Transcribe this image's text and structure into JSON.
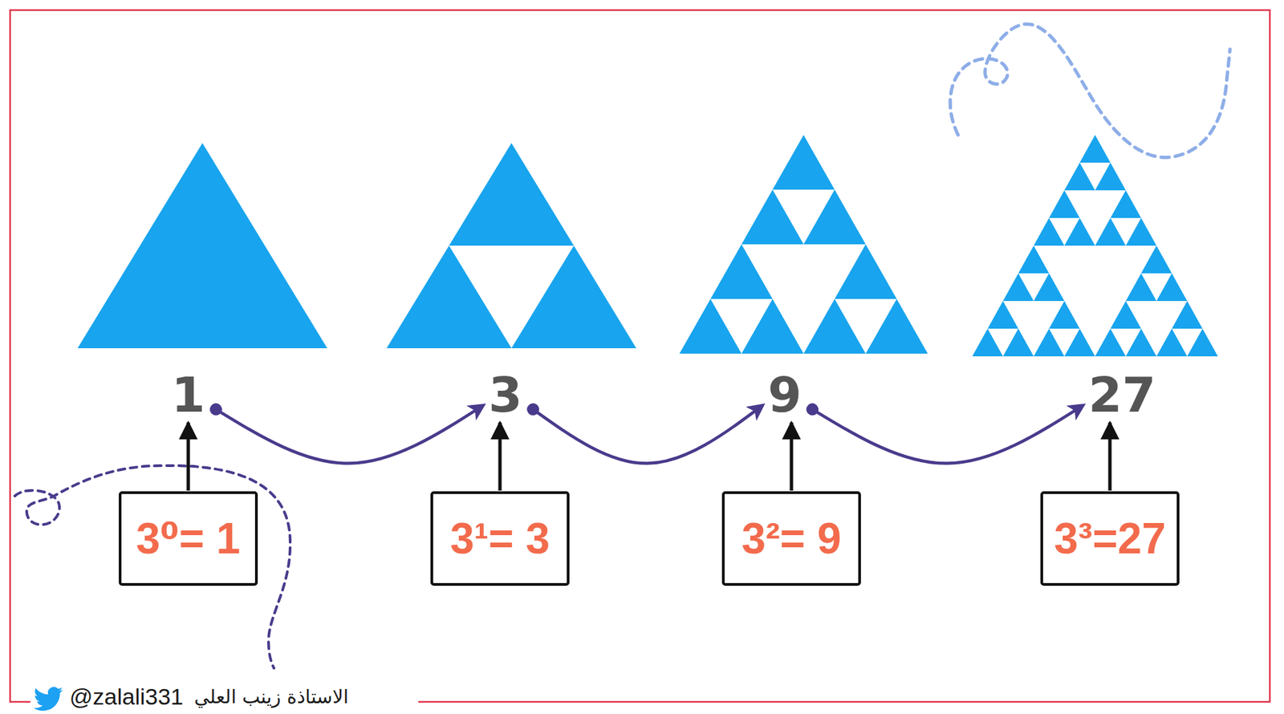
{
  "diagram": {
    "nodes": [
      {
        "text": [
          "1"
        ]
      },
      {
        "text": [
          "3"
        ]
      },
      {
        "text": [
          "9"
        ]
      },
      {
        "text": [
          "27"
        ]
      },
      {
        "text": [
          "3⁰= 1"
        ]
      },
      {
        "text": [
          "3¹= 3"
        ]
      },
      {
        "text": [
          "3²= 9"
        ]
      },
      {
        "text": [
          "3³=27"
        ]
      }
    ],
    "edges": [
      {
        "from": 0,
        "to": 1,
        "arrow": "to"
      },
      {
        "from": 1,
        "to": 2,
        "arrow": "to"
      },
      {
        "from": 2,
        "to": 3,
        "arrow": "to"
      },
      {
        "from": 4,
        "to": 0,
        "arrow": "to"
      },
      {
        "from": 5,
        "to": 1,
        "arrow": "to"
      },
      {
        "from": 6,
        "to": 2,
        "arrow": "to"
      },
      {
        "from": 7,
        "to": 3,
        "arrow": "to"
      }
    ],
    "labels": [
      "@zalali331",
      "الاستاذة زينب العلي"
    ]
  }
}
